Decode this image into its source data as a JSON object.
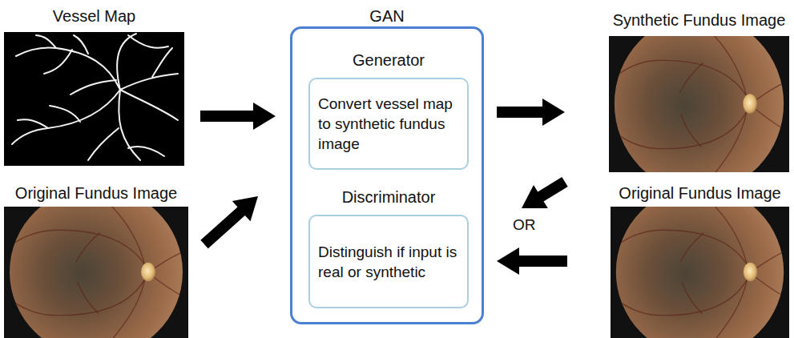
{
  "diagram": {
    "nodes": [
      {
        "text": [
          "Vessel Map"
        ]
      },
      {
        "text": [
          "Original Fundus Image"
        ]
      },
      {
        "text": [
          "GAN"
        ]
      },
      {
        "text": [
          "Generator",
          "Convert vessel map to synthetic fundus image"
        ],
        "in": 2
      },
      {
        "text": [
          "Discriminator",
          "Distinguish if input is real or synthetic"
        ],
        "in": 2
      },
      {
        "text": [
          "Synthetic Fundus Image"
        ]
      },
      {
        "text": [
          "Original Fundus Image"
        ]
      }
    ],
    "edges": [
      {
        "from": 0,
        "to": 2,
        "arrow": "to"
      },
      {
        "from": 1,
        "to": 2,
        "arrow": "to"
      },
      {
        "from": 2,
        "to": 5,
        "arrow": "to"
      },
      {
        "from": 5,
        "to": 4,
        "arrow": "to"
      },
      {
        "from": 6,
        "to": 4,
        "arrow": "to"
      }
    ],
    "labels": [
      "OR"
    ]
  }
}
